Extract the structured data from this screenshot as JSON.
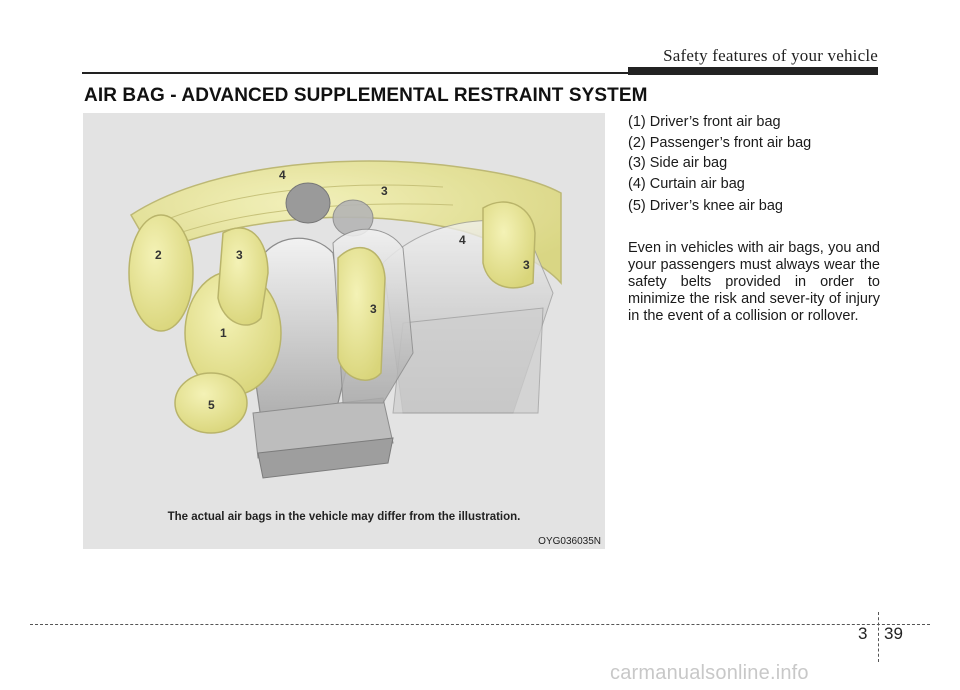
{
  "header": {
    "title": "Safety features of your vehicle"
  },
  "section": {
    "title": "AIR BAG - ADVANCED SUPPLEMENTAL RESTRAINT SYSTEM"
  },
  "figure": {
    "caption": "The actual air bags in the vehicle may differ from the illustration.",
    "code": "OYG036035N",
    "callouts": [
      "4",
      "3",
      "2",
      "3",
      "4",
      "3",
      "3",
      "1",
      "5"
    ]
  },
  "legend": [
    "(1) Driver’s front air bag",
    "(2) Passenger’s front air bag",
    "(3) Side air bag",
    "(4) Curtain air bag",
    "(5) Driver’s knee air bag"
  ],
  "body_text": "Even in vehicles with air bags, you and your passengers must always wear the safety belts provided in order to minimize the risk and sever-ity of injury in the event of a collision or rollover.",
  "footer": {
    "chapter": "3",
    "page": "39"
  },
  "watermark": "carmanualsonline.info"
}
